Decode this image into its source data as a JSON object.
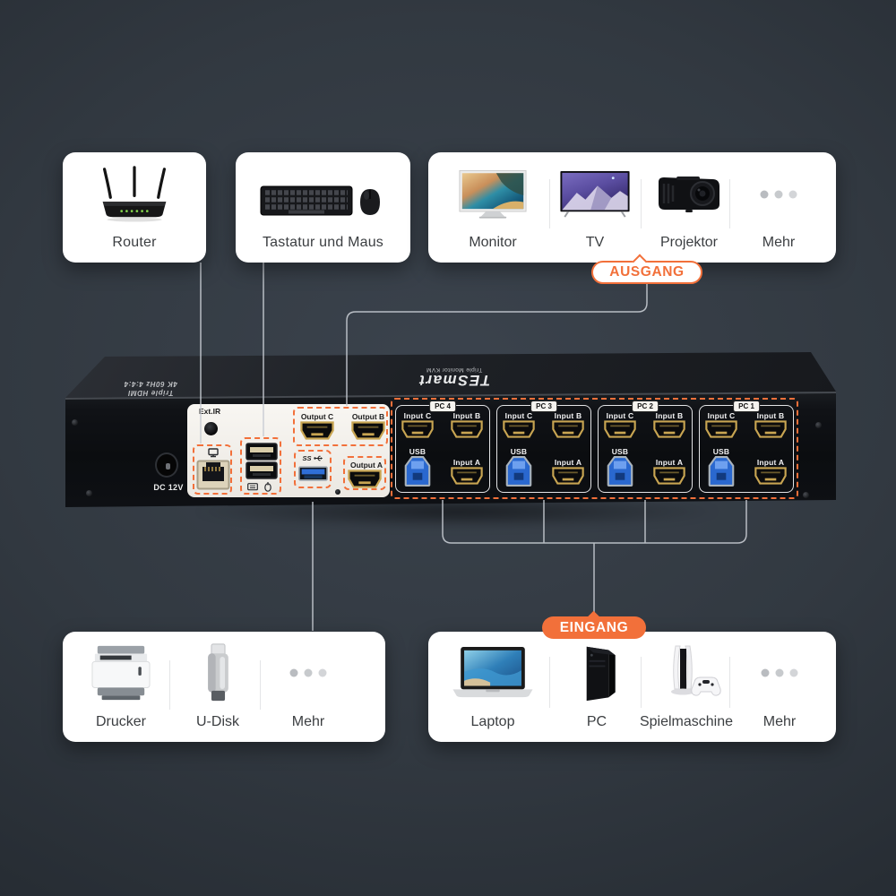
{
  "badges": {
    "output": "AUSGANG",
    "input": "EINGANG"
  },
  "cards": {
    "router": {
      "label": "Router"
    },
    "keyboard_mouse": {
      "label": "Tastatur und Maus"
    },
    "outputs": {
      "items": [
        {
          "label": "Monitor"
        },
        {
          "label": "TV"
        },
        {
          "label": "Projektor"
        },
        {
          "label": "Mehr"
        }
      ]
    },
    "peripherals": {
      "items": [
        {
          "label": "Drucker"
        },
        {
          "label": "U-Disk"
        },
        {
          "label": "Mehr"
        }
      ]
    },
    "inputs": {
      "items": [
        {
          "label": "Laptop"
        },
        {
          "label": "PC"
        },
        {
          "label": "Spielmaschine"
        },
        {
          "label": "Mehr"
        }
      ]
    }
  },
  "device": {
    "brand": "TESmart",
    "brand_subtitle": "Triple Monitor KVM",
    "side_marking": {
      "line1": "Triple HDMI",
      "line2": "4K 60Hz 4:4:4"
    },
    "power_label": "DC 12V",
    "ir_label": "Ext.IR",
    "usb3_label": "SS",
    "output_ports": {
      "c": "Output C",
      "b": "Output B",
      "a": "Output A"
    },
    "pc_groups": [
      {
        "name": "PC 4",
        "input_c": "Input C",
        "input_b": "Input B",
        "usb": "USB",
        "input_a": "Input A"
      },
      {
        "name": "PC 3",
        "input_c": "Input C",
        "input_b": "Input B",
        "usb": "USB",
        "input_a": "Input A"
      },
      {
        "name": "PC 2",
        "input_c": "Input C",
        "input_b": "Input B",
        "usb": "USB",
        "input_a": "Input A"
      },
      {
        "name": "PC 1",
        "input_c": "Input C",
        "input_b": "Input B",
        "usb": "USB",
        "input_a": "Input A"
      }
    ]
  },
  "colors": {
    "accent": "#F2703A",
    "connector": "#C6CBD1",
    "card_bg": "#FFFFFF"
  }
}
